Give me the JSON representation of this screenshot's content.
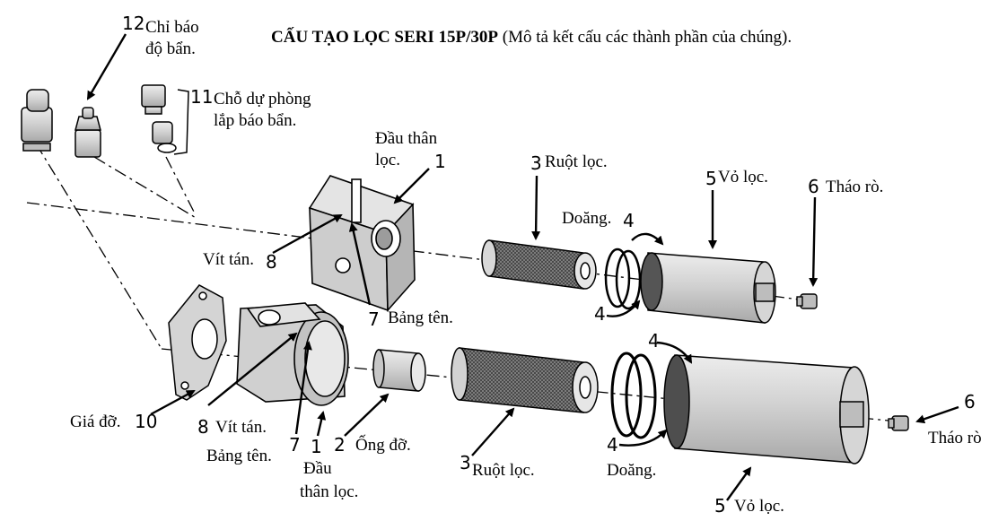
{
  "title": {
    "bold": "CẤU TẠO LỌC  SERI 15P/30P",
    "normal": " (Mô tả kết cấu các thành phần của chúng)."
  },
  "labels": {
    "chi_bao_1": "Chỉ báo",
    "chi_bao_2": "độ bẩn.",
    "cho_du_1": "Chỗ dự phòng",
    "cho_du_2": "lắp báo bẩn.",
    "dau_than_top_1": "Đầu thân",
    "dau_than_top_2": "lọc.",
    "ruot_loc_top": "Ruột lọc.",
    "vo_loc_top": "Vỏ lọc.",
    "thao_ro_top": "Tháo rò.",
    "doang_top": "Doăng.",
    "vit_tan_top": "Vít tán.",
    "bang_ten_top": "Bảng tên.",
    "gia_do": "Giá đỡ.",
    "vit_tan_bottom": "Vít tán.",
    "bang_ten_bottom": "Bảng tên.",
    "dau_than_bottom_1": "Đầu",
    "dau_than_bottom_2": "thân lọc.",
    "ong_do": "Ống đỡ.",
    "ruot_loc_bottom": "Ruột lọc.",
    "doang_bottom": "Doăng.",
    "vo_loc_bottom": "Vỏ lọc.",
    "thao_ro_bottom": "Tháo rò"
  },
  "numbers": {
    "n12": "12",
    "n11": "11",
    "n1_top": "1",
    "n3_top": "3",
    "n5_top": "5",
    "n6_top": "6",
    "n4_a": "4",
    "n4_b": "4",
    "n8_top": "8",
    "n7_top": "7",
    "n10": "10",
    "n8_bottom": "8",
    "n7_bottom": "7",
    "n1_bottom": "1",
    "n2": "2",
    "n3_bottom": "3",
    "n4_c": "4",
    "n4_d": "4",
    "n5_bottom": "5",
    "n6_bottom": "6"
  },
  "colors": {
    "ink": "#000000",
    "metal": "#cfcfcf",
    "metal_dark": "#9a9a9a",
    "mesh": "#5a5a5a"
  }
}
